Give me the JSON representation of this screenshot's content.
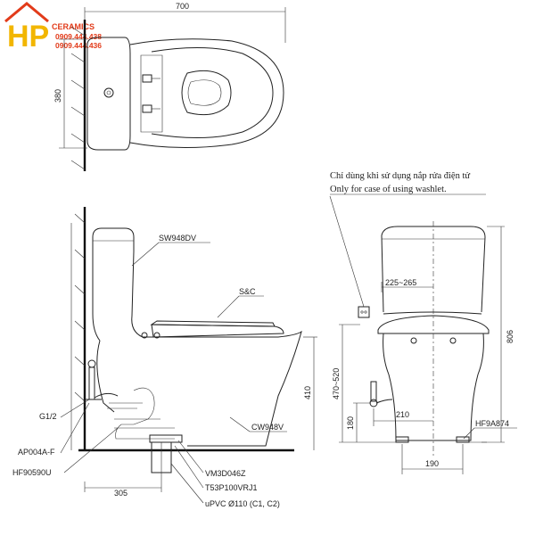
{
  "logo": {
    "mark": "HP",
    "brand": "CERAMICS",
    "phone1": "0909.444.438",
    "phone2": "0909.444.436",
    "brand_color": "#f2b600",
    "accent_color": "#e23b1a"
  },
  "dimensions": {
    "top_width": "700",
    "top_depth": "380",
    "side_height_seat": "410",
    "side_rough_in": "305",
    "front_inlet_range": "225~265",
    "front_height_total": "806",
    "front_inlet_height": "470~520",
    "front_outlet_height": "180",
    "front_offset": "210",
    "front_base": "190"
  },
  "labels": {
    "tank": "SW948DV",
    "seat": "S&C",
    "body": "CW948V",
    "valve": "G1/2",
    "hose": "AP004A-F",
    "trap": "HF90590U",
    "flange1": "VM3D046Z",
    "flange2": "T53P100VRJ1",
    "pipe": "uPVC Ø110 (C1, C2)",
    "bolt": "HF9A874"
  },
  "note": {
    "line1": "Chỉ dùng khi sử dụng nắp rửa điện tử",
    "line2": "Only for case of using washlet."
  }
}
